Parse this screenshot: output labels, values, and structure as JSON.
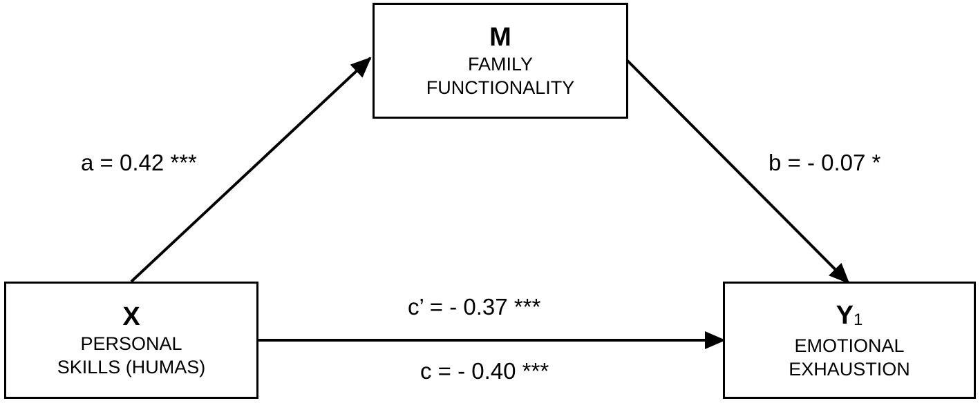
{
  "nodes": {
    "m": {
      "letter": "M",
      "subscript": "",
      "line1": "FAMILY",
      "line2": "FUNCTIONALITY"
    },
    "x": {
      "letter": "X",
      "subscript": "",
      "line1": "PERSONAL",
      "line2": "SKILLS (HUMAS)"
    },
    "y": {
      "letter": "Y",
      "subscript": "1",
      "line1": "EMOTIONAL",
      "line2": "EXHAUSTION"
    }
  },
  "paths": {
    "a": "a = 0.42 ***",
    "b": "b = - 0.07 *",
    "c_prime": "c’ = - 0.37 ***",
    "c": "c = - 0.40 ***"
  },
  "colors": {
    "stroke": "#000000",
    "background": "#ffffff"
  }
}
